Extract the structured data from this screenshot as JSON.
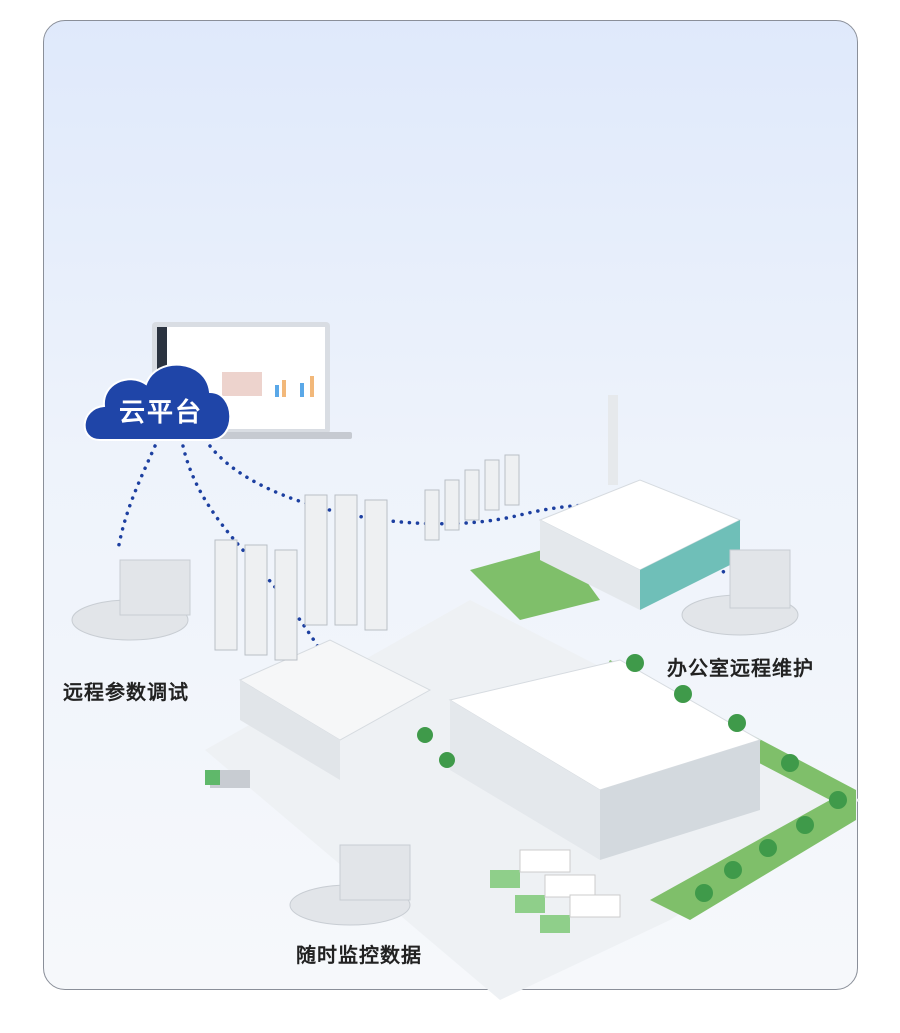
{
  "cloud": {
    "label": "云平台"
  },
  "labels": {
    "remote_tuning": "远程参数调试",
    "office_maintenance": "办公室远程维护",
    "monitoring": "随时监控数据"
  },
  "colors": {
    "cloud": "#1f45a8",
    "dots": "#1c3fa0",
    "grass": "#7fbf6a",
    "border": "#8a8f99"
  }
}
